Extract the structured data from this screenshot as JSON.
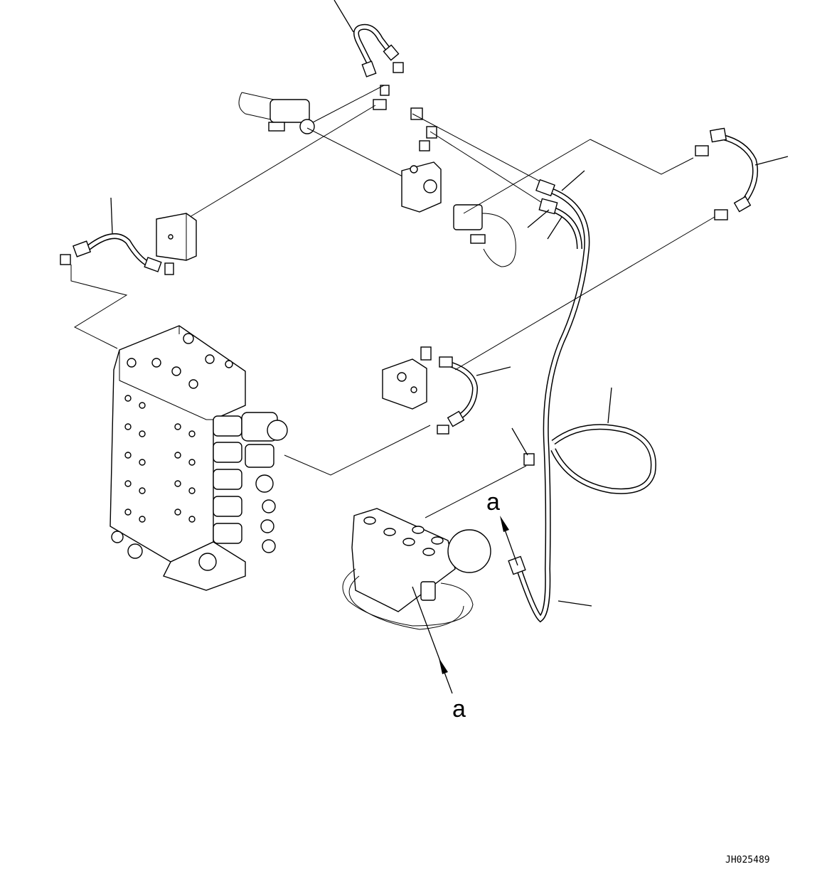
{
  "diagram": {
    "view_labels": [
      "a",
      "a"
    ],
    "drawing_code": "JH025489"
  }
}
